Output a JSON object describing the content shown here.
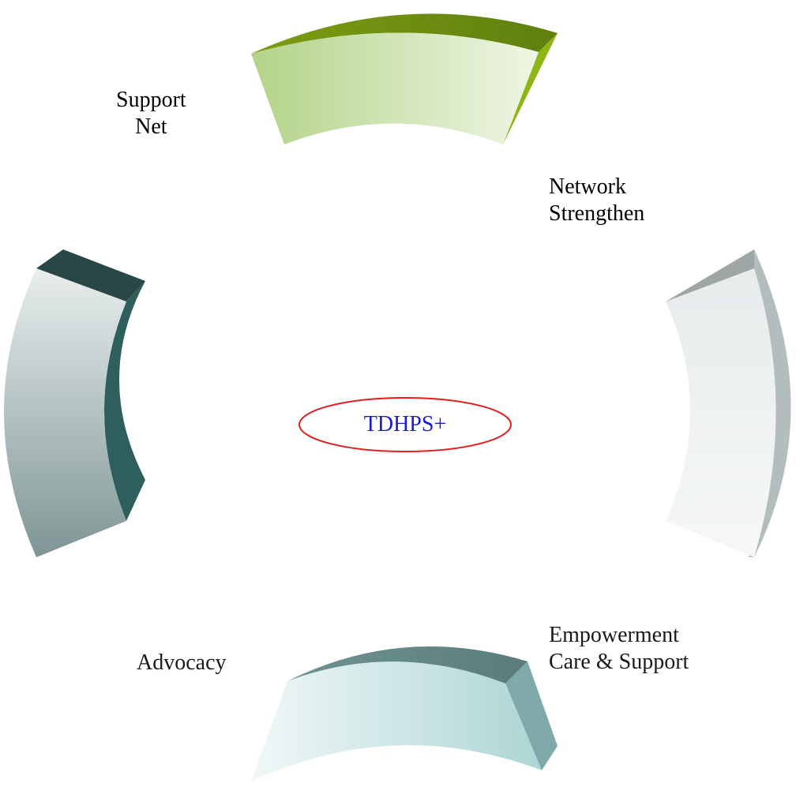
{
  "center": {
    "text": "TDHPS+",
    "text_color": "#1a1adf",
    "outline_color": "#e02020"
  },
  "labels": {
    "support_net": [
      "Support",
      "Net"
    ],
    "network_strengthen": [
      "Network",
      "Strengthen"
    ],
    "empowerment": [
      "Empowerment",
      "Care & Support"
    ],
    "advocacy": "Advocacy"
  },
  "segments": {
    "top": {
      "face_from": "#b7d58a",
      "face_to": "#eef5e2",
      "side": "#8ab613",
      "top": "#6a8a12"
    },
    "left": {
      "face_from": "#e6ecec",
      "face_to": "#7f9696",
      "side": "#2d5c5a",
      "top": "#2a4848"
    },
    "right": {
      "face_from": "#e8eced",
      "face_to": "#f5f7f7",
      "side": "#b9c2c2",
      "top": "#9aa3a3"
    },
    "bottom": {
      "face_from": "#f0f7f7",
      "face_to": "#b2d7d7",
      "side": "#7fa9a8",
      "top": "#5f8686"
    }
  }
}
